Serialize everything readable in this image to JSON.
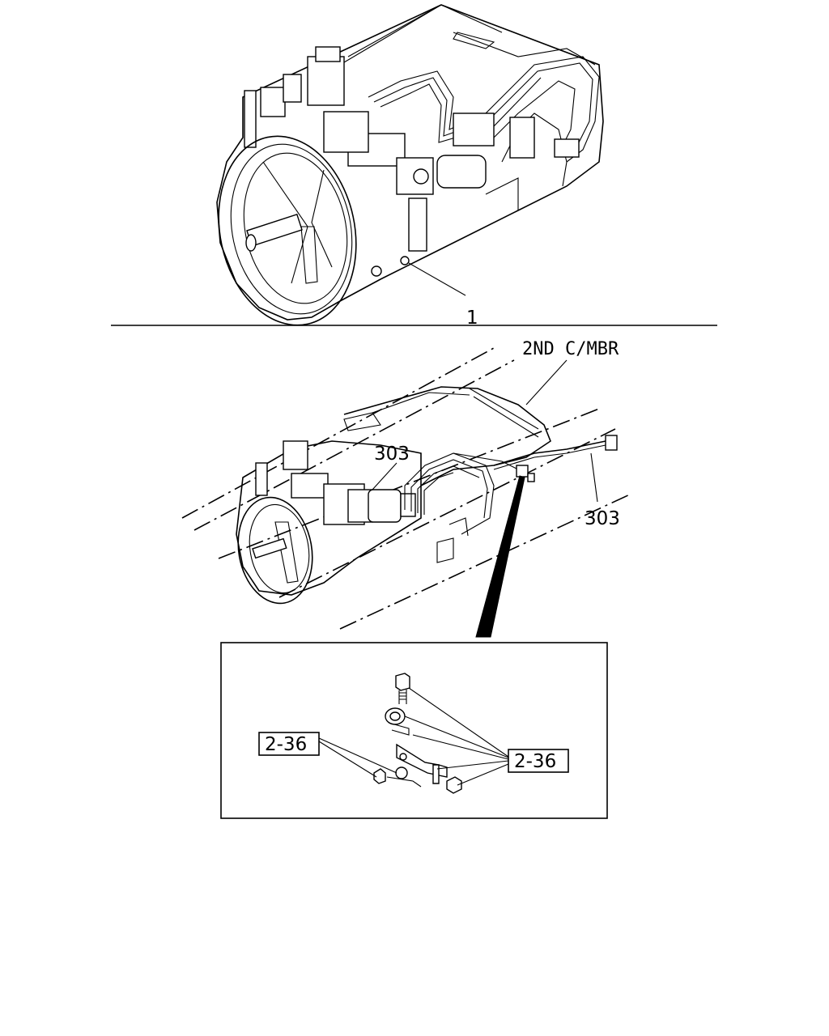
{
  "callouts": {
    "top_part": "1",
    "frame_label": "2ND C/MBR",
    "harness_upper": "303",
    "harness_right": "303",
    "ref_left": "2-36",
    "ref_right": "2-36"
  }
}
